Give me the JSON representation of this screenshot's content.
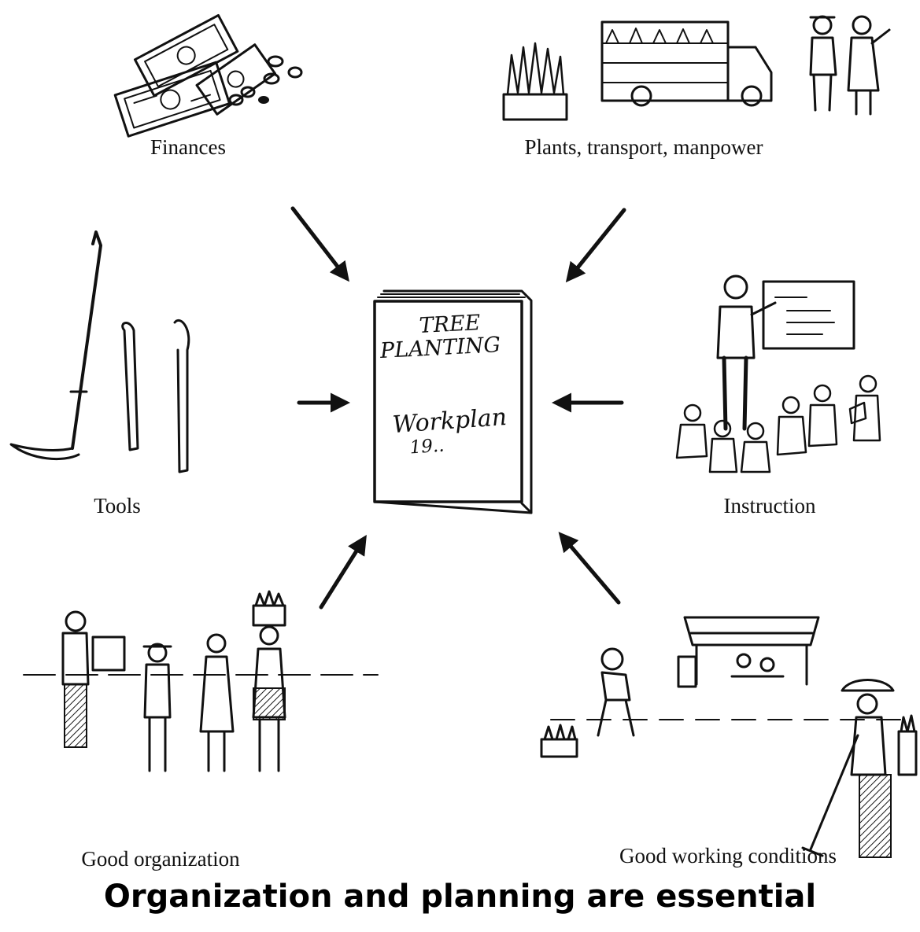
{
  "labels": {
    "finances": "Finances",
    "plants_transport_manpower": "Plants, transport, manpower",
    "tools": "Tools",
    "instruction": "Instruction",
    "good_organization": "Good organization",
    "good_working_conditions": "Good working conditions"
  },
  "book": {
    "title_line1": "TREE",
    "title_line2": "PLANTING",
    "subtitle_line1": "Workplan",
    "subtitle_line2": "19.."
  },
  "caption": "Organization and planning are essential",
  "colors": {
    "ink": "#111111",
    "background": "#ffffff"
  }
}
